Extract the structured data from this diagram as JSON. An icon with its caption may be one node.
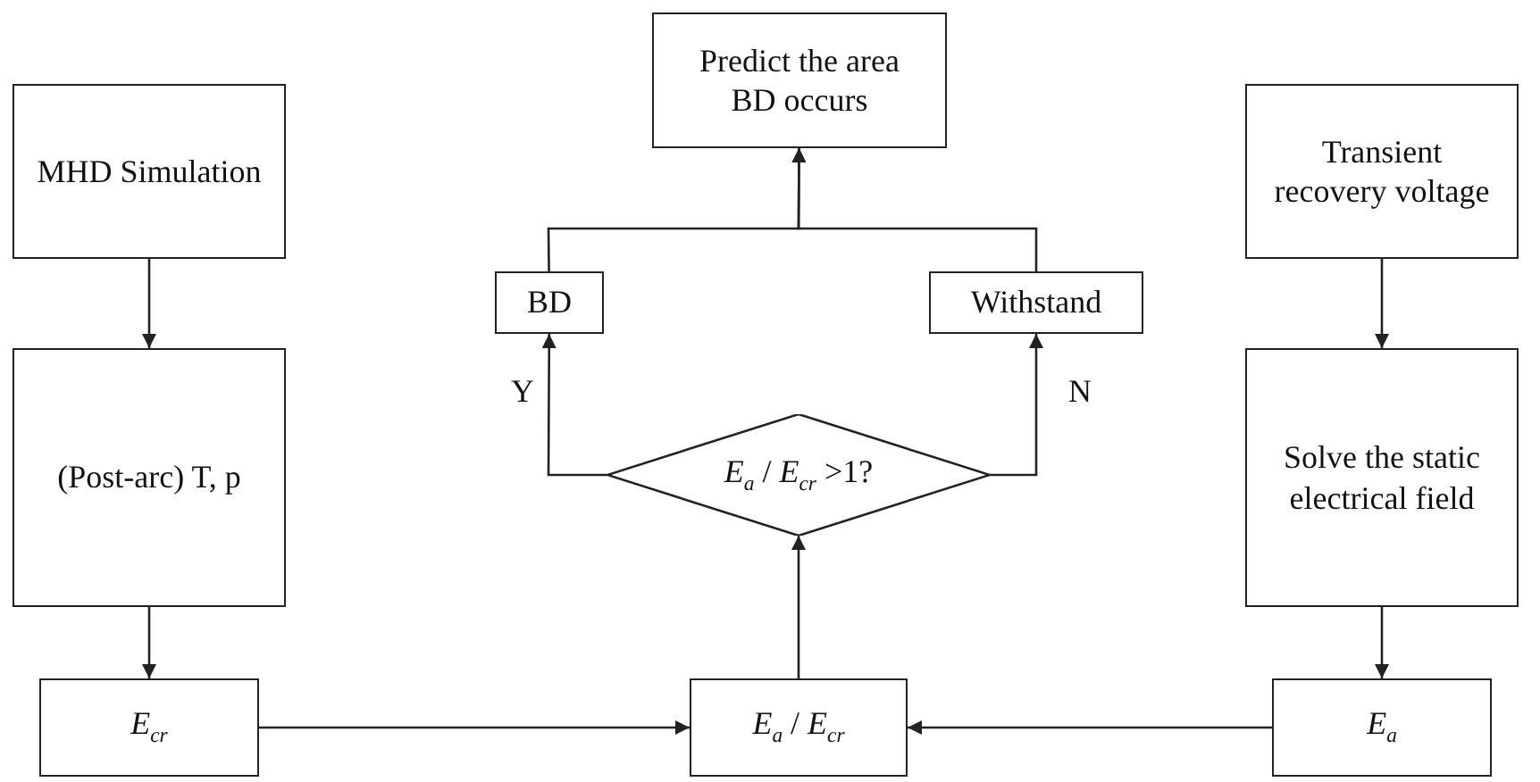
{
  "diagram": {
    "nodes": [
      {
        "text": [
          "MHD Simulation"
        ]
      },
      {
        "text": [
          "(Post-arc) T, p"
        ]
      },
      {
        "text": [
          "*E*$_{cr}$"
        ]
      },
      {
        "text": [
          "Predict the area BD occurs"
        ]
      },
      {
        "text": [
          "BD"
        ]
      },
      {
        "text": [
          "Withstand"
        ]
      },
      {
        "text": [
          "*E*$_{a}$ / *E*$_{cr}$ >1?"
        ]
      },
      {
        "text": [
          "*E*$_{a}$ / *E*$_{cr}$"
        ]
      },
      {
        "text": [
          "Transient recovery voltage"
        ]
      },
      {
        "text": [
          "Solve the static electrical field"
        ]
      },
      {
        "text": [
          "*E*$_{a}$"
        ]
      }
    ],
    "edges": [
      {
        "from": 0,
        "to": 1,
        "arrow": "to"
      },
      {
        "from": 1,
        "to": 2,
        "arrow": "to"
      },
      {
        "from": 8,
        "to": 9,
        "arrow": "to"
      },
      {
        "from": 9,
        "to": 10,
        "arrow": "to"
      },
      {
        "from": 2,
        "to": 7,
        "arrow": "to"
      },
      {
        "from": 10,
        "to": 7,
        "arrow": "to"
      },
      {
        "from": 7,
        "to": 6,
        "arrow": "to"
      },
      {
        "from": 6,
        "to": 4,
        "arrow": "to",
        "label": "Y"
      },
      {
        "from": 6,
        "to": 5,
        "arrow": "to",
        "label": "N"
      },
      {
        "from": 4,
        "to": 3,
        "arrow": "to"
      },
      {
        "from": 5,
        "to": 3,
        "arrow": "to"
      }
    ]
  }
}
